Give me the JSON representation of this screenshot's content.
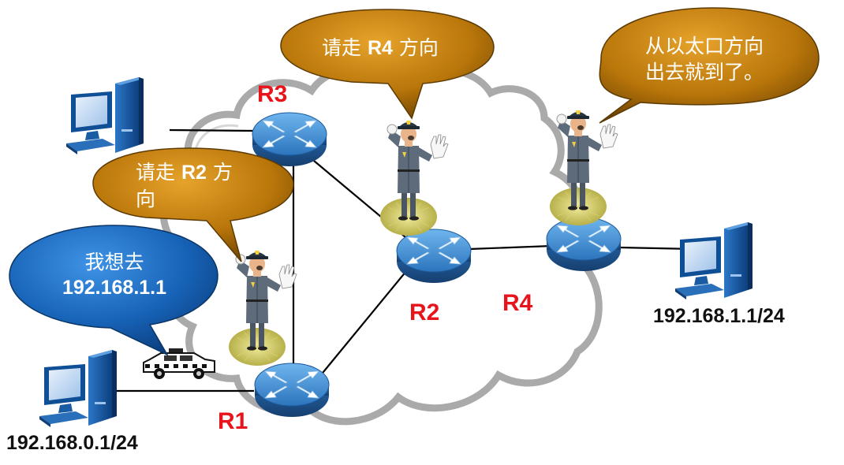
{
  "routers": {
    "r1": {
      "label": "R1"
    },
    "r2": {
      "label": "R2"
    },
    "r3": {
      "label": "R3"
    },
    "r4": {
      "label": "R4"
    }
  },
  "hosts": {
    "source": {
      "ip": "192.168.0.1/24"
    },
    "destination": {
      "ip": "192.168.1.1/24"
    }
  },
  "bubbles": {
    "source": {
      "line1": "我想去",
      "line2": "192.168.1.1"
    },
    "r1": {
      "prefix": "请走 ",
      "bold": "R2",
      "suffix": " 方",
      "line2": "向"
    },
    "r3": {
      "prefix": "请走 ",
      "bold": "R4",
      "suffix": " 方向"
    },
    "r4": {
      "line1": "从以太口方向",
      "line2": "出去就到了。"
    }
  },
  "colors": {
    "router_label": "#e8141c",
    "router_body": "#2f7bc4",
    "bubble_blue": "#1565c0",
    "bubble_brown": "#b8770a",
    "cloud_outline": "#999999",
    "link_line": "#000000"
  },
  "icons": [
    "pc-icon",
    "router-icon",
    "police-officer-icon",
    "taxi-icon",
    "cloud-shape"
  ]
}
